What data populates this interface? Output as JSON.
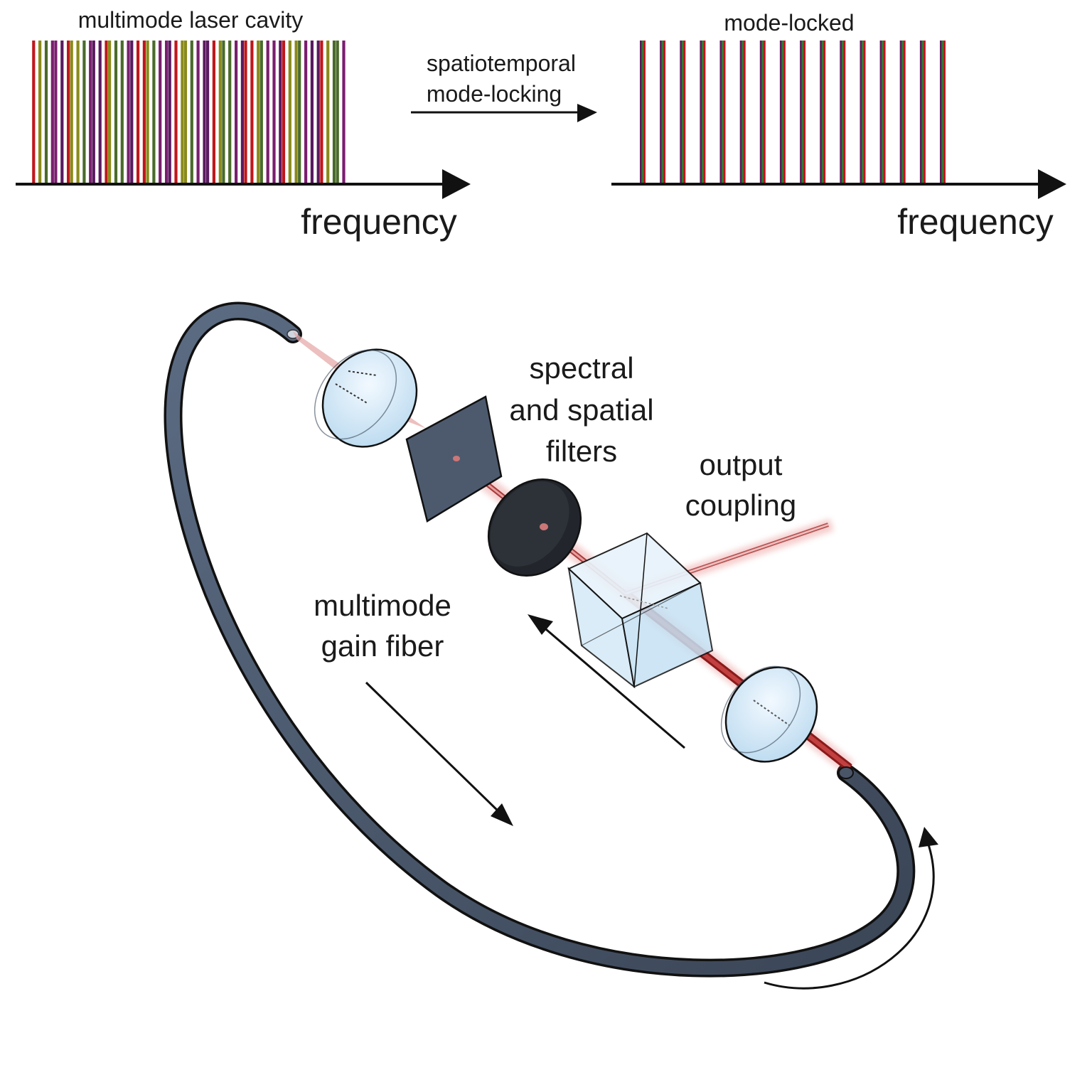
{
  "top_left": {
    "title": "multimode laser cavity",
    "axis_label": "frequency",
    "line_count": 58,
    "line_palette": [
      "#c0161c",
      "#2b0a14",
      "#7a1e6e",
      "#2e7d32",
      "#8a8a1a",
      "#111111",
      "#5a1a60",
      "#b7281e",
      "#4a6b2a",
      "#6b1a3a"
    ]
  },
  "transition": {
    "line1": "spatiotemporal",
    "line2": "mode-locking"
  },
  "top_right": {
    "title": "mode-locked",
    "axis_label": "frequency",
    "line_count": 16,
    "line_colors": [
      "#5a1a5a",
      "#2e7d32",
      "#c0161c"
    ]
  },
  "setup": {
    "filters_label": [
      "spectral",
      "and spatial",
      "filters"
    ],
    "output_label": [
      "output",
      "coupling"
    ],
    "fiber_label": [
      "multimode",
      "gain fiber"
    ],
    "fiber_color": "#4a5568",
    "beam_color": "#b23a3a",
    "lens_color": "#cfe6f5"
  }
}
